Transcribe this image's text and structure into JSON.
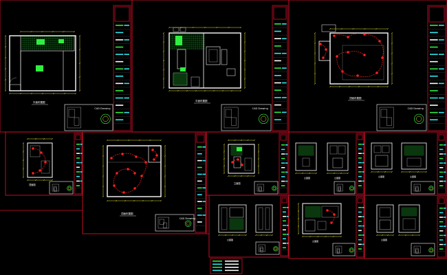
{
  "drawing": {
    "background": "#000000",
    "colors": {
      "border": "#d4102a",
      "wall": "#ffffff",
      "dim": "#e8e830",
      "light": "#ff2020",
      "cyan": "#30e8f0",
      "green": "#30ee40",
      "furniture": "#c0c0c0"
    },
    "sheets": [
      {
        "id": "s1",
        "plan_type": "floor",
        "title_label": "平面布置图",
        "stamp_label": "CAD Drawing"
      },
      {
        "id": "s2",
        "plan_type": "furnished",
        "title_label": "平面布置图",
        "stamp_label": "CAD Drawing"
      },
      {
        "id": "s3",
        "plan_type": "ceiling",
        "title_label": "顶面布置图",
        "stamp_label": "CAD Drawing"
      },
      {
        "id": "s4",
        "plan_type": "ceiling-small",
        "title_label": "顶面图",
        "stamp_label": ""
      },
      {
        "id": "s5",
        "plan_type": "ceiling",
        "title_label": "顶面布置图",
        "stamp_label": "CAD Drawing"
      },
      {
        "id": "s6",
        "plan_type": "detail",
        "title_label": "立面图",
        "stamp_label": ""
      },
      {
        "id": "s7",
        "plan_type": "elevation",
        "title_label": "立面图",
        "stamp_label": ""
      },
      {
        "id": "s8",
        "plan_type": "elevation",
        "title_label": "立面图",
        "stamp_label": ""
      },
      {
        "id": "s9",
        "plan_type": "elevation",
        "title_label": "立面图",
        "stamp_label": ""
      },
      {
        "id": "s10",
        "plan_type": "detail",
        "title_label": "立面图",
        "stamp_label": ""
      },
      {
        "id": "s11",
        "plan_type": "elevation",
        "title_label": "立面图",
        "stamp_label": ""
      }
    ]
  }
}
